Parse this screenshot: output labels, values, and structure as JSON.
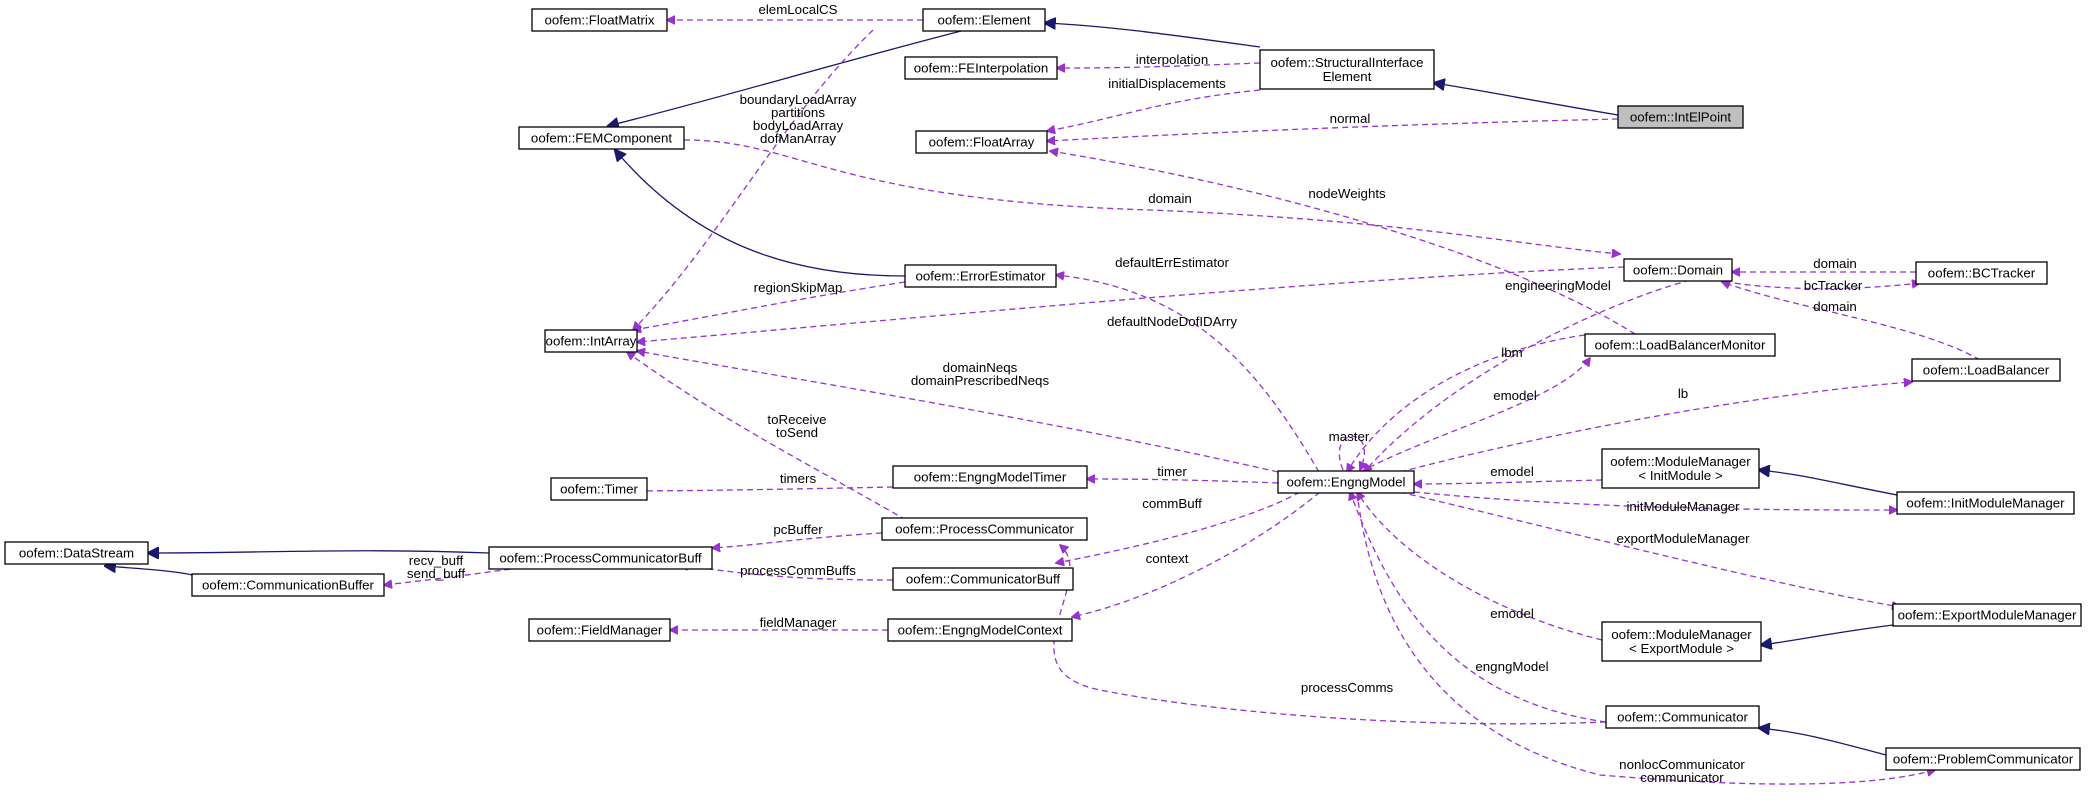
{
  "colors": {
    "usage": "#9a32cd",
    "inheritance": "#191970",
    "focus_fill": "#bfbfbf"
  },
  "nodes": {
    "floatmatrix": [
      "oofem::FloatMatrix"
    ],
    "element": [
      "oofem::Element"
    ],
    "feinterpolation": [
      "oofem::FEInterpolation"
    ],
    "structinterface": [
      "oofem::StructuralInterface",
      "Element"
    ],
    "inteipoint": [
      "oofem::IntElPoint"
    ],
    "femcomponent": [
      "oofem::FEMComponent"
    ],
    "floatarray": [
      "oofem::FloatArray"
    ],
    "domain": [
      "oofem::Domain"
    ],
    "bctracker": [
      "oofem::BCTracker"
    ],
    "errorestimator": [
      "oofem::ErrorEstimator"
    ],
    "intarray": [
      "oofem::IntArray"
    ],
    "loadbalancermonitor": [
      "oofem::LoadBalancerMonitor"
    ],
    "loadbalancer": [
      "oofem::LoadBalancer"
    ],
    "timer": [
      "oofem::Timer"
    ],
    "engngmodeltimer": [
      "oofem::EngngModelTimer"
    ],
    "engngmodel": [
      "oofem::EngngModel"
    ],
    "mm_init": [
      "oofem::ModuleManager",
      "< InitModule >"
    ],
    "initmodulemanager": [
      "oofem::InitModuleManager"
    ],
    "datastream": [
      "oofem::DataStream"
    ],
    "processcommunicatorbuff": [
      "oofem::ProcessCommunicatorBuff"
    ],
    "processcommunicator": [
      "oofem::ProcessCommunicator"
    ],
    "communicationbuffer": [
      "oofem::CommunicationBuffer"
    ],
    "communicatorbuff": [
      "oofem::CommunicatorBuff"
    ],
    "fieldmanager": [
      "oofem::FieldManager"
    ],
    "engngmodelcontext": [
      "oofem::EngngModelContext"
    ],
    "exportmodulemanager": [
      "oofem::ExportModuleManager"
    ],
    "mm_export": [
      "oofem::ModuleManager",
      "< ExportModule >"
    ],
    "communicator": [
      "oofem::Communicator"
    ],
    "problemcommunicator": [
      "oofem::ProblemCommunicator"
    ]
  },
  "edge_labels": {
    "elemLocalCS": [
      "elemLocalCS"
    ],
    "interpolation": [
      "interpolation"
    ],
    "initialDisplacements": [
      "initialDisplacements"
    ],
    "normal": [
      "normal"
    ],
    "element_to_intarray": [
      "boundaryLoadArray",
      "partitions",
      "bodyLoadArray",
      "dofManArray"
    ],
    "domain": [
      "domain"
    ],
    "nodeWeights": [
      "nodeWeights"
    ],
    "defaultErrEstimator": [
      "defaultErrEstimator"
    ],
    "regionSkipMap": [
      "regionSkipMap"
    ],
    "engineeringModel": [
      "engineeringModel"
    ],
    "bc_domain": [
      "domain"
    ],
    "bcTracker": [
      "bcTracker"
    ],
    "lb_domain": [
      "domain"
    ],
    "defaultNodeDofIDArry": [
      "defaultNodeDofIDArry"
    ],
    "lbm": [
      "lbm"
    ],
    "emodel_lbm": [
      "emodel"
    ],
    "lb": [
      "lb"
    ],
    "domainNeqs": [
      "domainNeqs",
      "domainPrescribedNeqs"
    ],
    "toReceive": [
      "toReceive",
      "toSend"
    ],
    "master": [
      "master"
    ],
    "timers": [
      "timers"
    ],
    "timer": [
      "timer"
    ],
    "emodel_mm": [
      "emodel"
    ],
    "initModuleManager": [
      "initModuleManager"
    ],
    "pcBuffer": [
      "pcBuffer"
    ],
    "commBuff": [
      "commBuff"
    ],
    "exportModuleManager": [
      "exportModuleManager"
    ],
    "recv_buff": [
      "recv_buff",
      "send_buff"
    ],
    "processCommBuffs": [
      "processCommBuffs"
    ],
    "context": [
      "context"
    ],
    "fieldManager": [
      "fieldManager"
    ],
    "emodel_export": [
      "emodel"
    ],
    "engngModel": [
      "engngModel"
    ],
    "processComms": [
      "processComms"
    ],
    "communicator": [
      "nonlocCommunicator",
      "communicator"
    ]
  }
}
